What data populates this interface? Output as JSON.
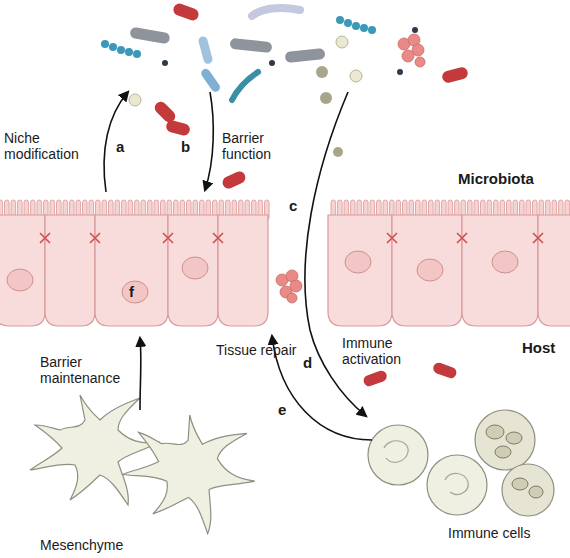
{
  "diagram": {
    "labels": [
      "a",
      "Niche modification",
      "b",
      "Barrier function",
      "Microbiota",
      "c",
      "Host",
      "Immune activation",
      "d",
      "Tissue repair",
      "e",
      "Barrier maintenance",
      "f",
      "Mesenchyme",
      "Immune cells"
    ]
  }
}
